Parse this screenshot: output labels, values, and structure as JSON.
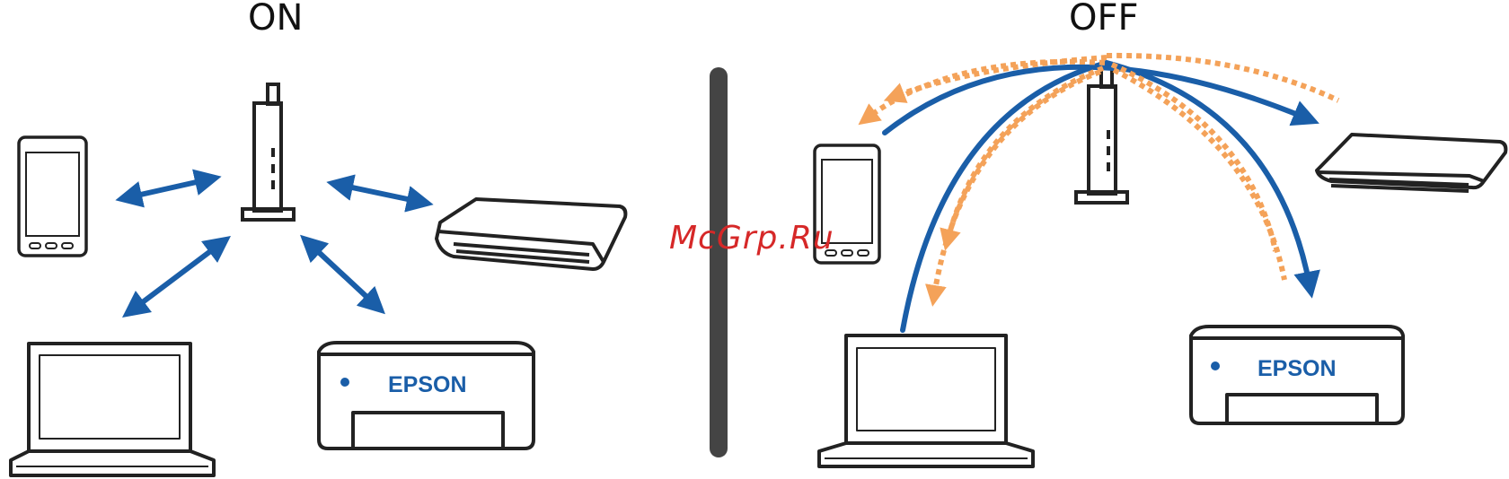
{
  "labels": {
    "on": "ON",
    "off": "OFF"
  },
  "printer_brand": "EPSON",
  "watermark": "McGrp.Ru",
  "colors": {
    "arrow": "#1a5ea8",
    "dotted": "#f4a259",
    "outline": "#222222",
    "divider": "#444444",
    "watermark": "#d62828"
  },
  "icons": [
    "smartphone-icon",
    "router-icon",
    "scanner-icon",
    "laptop-icon",
    "printer-icon"
  ]
}
